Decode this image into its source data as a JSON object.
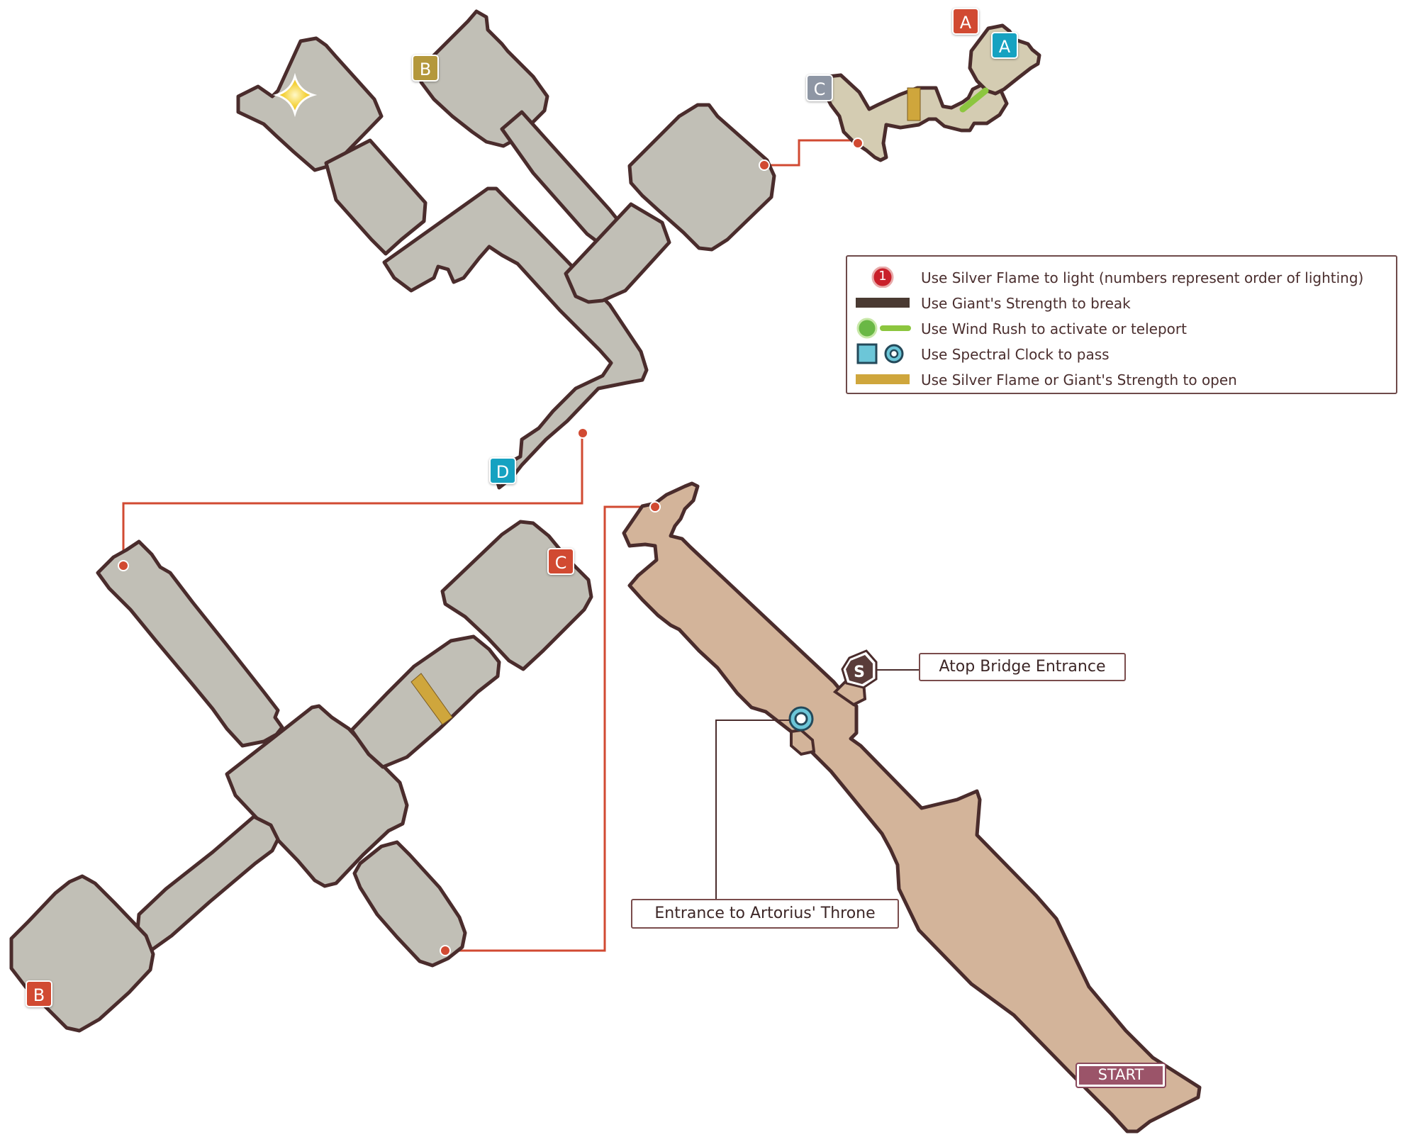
{
  "legend": {
    "items": [
      {
        "icon": "numbered-flame-icon",
        "glyph": "1",
        "label": "Use Silver Flame to light (numbers represent order of lighting)"
      },
      {
        "icon": "dark-bar-icon",
        "label": "Use Giant's Strength to break"
      },
      {
        "icon": "wind-rush-icon",
        "label": "Use Wind Rush to activate or teleport"
      },
      {
        "icon": "spectral-clock-icon",
        "label": "Use Spectral Clock to pass"
      },
      {
        "icon": "gold-bar-icon",
        "label": "Use Silver Flame or Giant's Strength to open"
      }
    ]
  },
  "labels": {
    "atop_bridge": "Atop Bridge Entrance",
    "artorius_throne": "Entrance to Artorius' Throne",
    "start": "START",
    "save_glyph": "S"
  },
  "markers": {
    "red_a": "A",
    "blue_a": "A",
    "gold_b": "B",
    "gray_c": "C",
    "blue_d": "D",
    "red_c": "C",
    "red_b": "B"
  },
  "colors": {
    "room_fill": "#c1bfb6",
    "room_stroke": "#4a2c2c",
    "bridge_fill": "#d3b49a",
    "tan_area": "#d4ccb2",
    "connector": "#d14a32",
    "red_marker": "#d14a32",
    "blue_marker": "#16a2c1",
    "gold_marker": "#b4983c",
    "gray_marker": "#8e96a4",
    "gold_bar": "#cfa63c",
    "wind_green": "#8cc63f"
  }
}
